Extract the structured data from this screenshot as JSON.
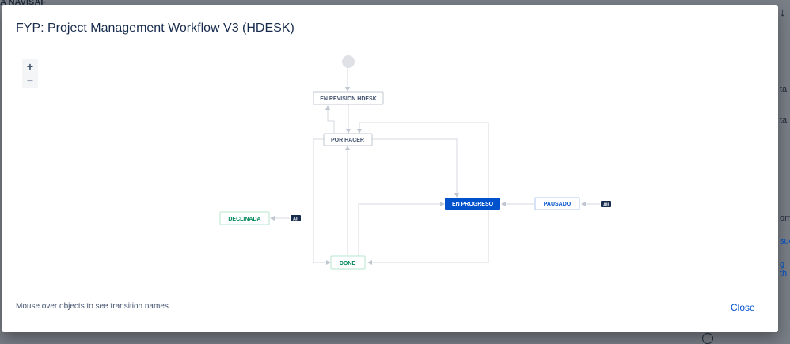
{
  "backdrop": {
    "header_label": "A NAVISAF",
    "right_fragments": [
      "ta",
      "ta I",
      "om",
      "sue",
      "g th"
    ]
  },
  "modal": {
    "title": "FYP: Project Management Workflow V3 (HDESK)",
    "zoom_in": "+",
    "zoom_out": "−",
    "footer_hint": "Mouse over objects to see transition names.",
    "close_label": "Close"
  },
  "workflow": {
    "statuses": {
      "en_revision": "EN REVISION HDESK",
      "por_hacer": "POR HACER",
      "en_progreso": "EN PROGRESO",
      "pausado": "PAUSADO",
      "declinada": "DECLINADA",
      "done": "DONE"
    },
    "all_badge": "All"
  },
  "colors": {
    "accent": "#0052cc",
    "done_green": "#00875a",
    "title": "#172b4d",
    "connector": "#c1c7d0"
  }
}
